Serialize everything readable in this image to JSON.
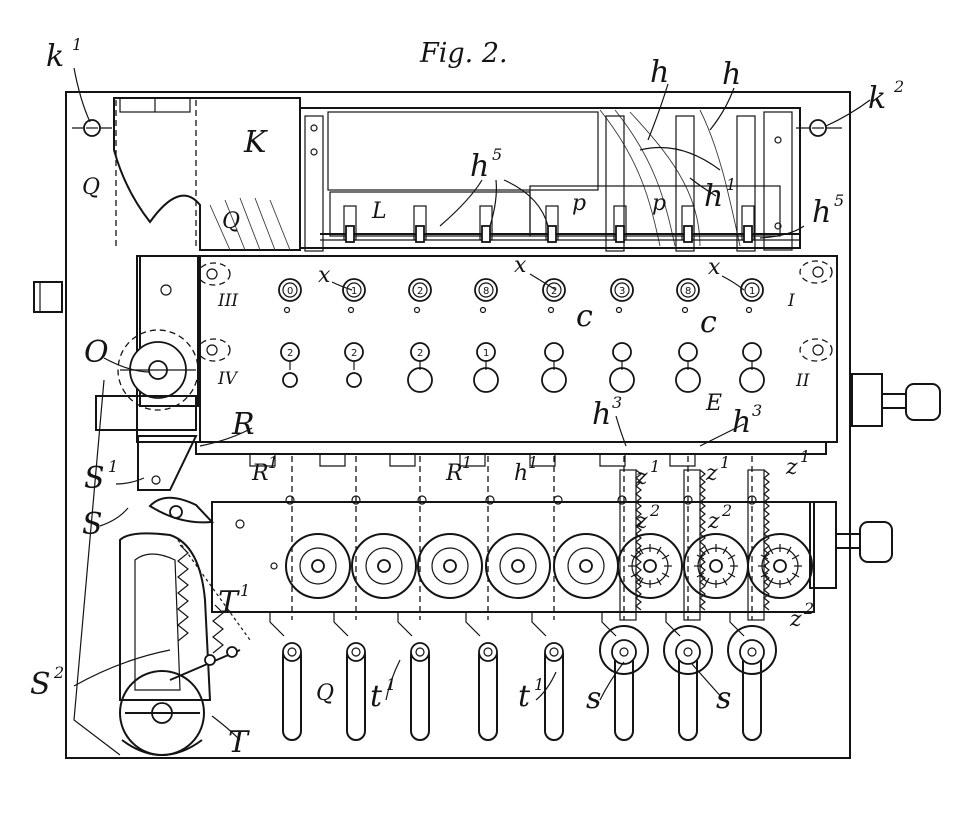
{
  "figure": {
    "title": "Fig. 2.",
    "labels": {
      "k1": "k",
      "k1_sup": "1",
      "k2": "k",
      "k2_sup": "2",
      "K": "K",
      "Q_frame": "Q",
      "Q_plate": "Q",
      "Q_bottom": "Q",
      "L": "L",
      "h": "h",
      "h_b": "h",
      "h5": "h",
      "h5_sup": "5",
      "h5r": "h",
      "h5r_sup": "5",
      "h1": "h",
      "h1_sup": "1",
      "p": "p",
      "p_b": "p",
      "x1": "x",
      "x2": "x",
      "x3": "x",
      "c": "c",
      "c2": "c",
      "III": "III",
      "IV": "IV",
      "I": "I",
      "II": "II",
      "O": "O",
      "R": "R",
      "R1": "R",
      "R1_sup": "1",
      "R1b": "R",
      "R1b_sup": "1",
      "h_low": "h",
      "h_low_sup": "1",
      "h3a": "h",
      "h3a_sup": "3",
      "h3b": "h",
      "h3b_sup": "3",
      "E": "E",
      "z1a": "z",
      "z1a_sup": "1",
      "z1b": "z",
      "z1b_sup": "1",
      "z1c": "z",
      "z1c_sup": "1",
      "z2a": "z",
      "z2a_sup": "2",
      "z2b": "z",
      "z2b_sup": "2",
      "z2c": "z",
      "z2c_sup": "2",
      "S": "S",
      "S1": "S",
      "S1_sup": "1",
      "S2": "S",
      "S2_sup": "2",
      "T": "T",
      "T1": "T",
      "T1_sup": "1",
      "t1a": "t",
      "t1a_sup": "1",
      "t1b": "t",
      "t1b_sup": "1",
      "s1": "s",
      "s2": "s"
    },
    "dial_digits_top": [
      "0",
      "1",
      "2",
      "8",
      "2",
      "3",
      "8",
      "1"
    ],
    "dial_digits_bottom": [
      "2",
      "2",
      "2",
      "1",
      "",
      "",
      "",
      ""
    ]
  }
}
